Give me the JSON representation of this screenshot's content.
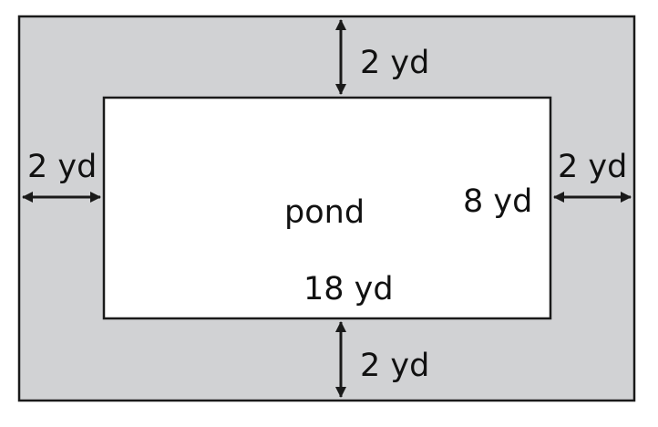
{
  "colors": {
    "border_area": "#d1d2d4",
    "pond": "#ffffff",
    "stroke": "#1a1a1a"
  },
  "labels": {
    "pond": "pond",
    "pond_length": "18 yd",
    "pond_width": "8 yd",
    "border_top": "2 yd",
    "border_bottom": "2 yd",
    "border_left": "2 yd",
    "border_right": "2 yd"
  }
}
